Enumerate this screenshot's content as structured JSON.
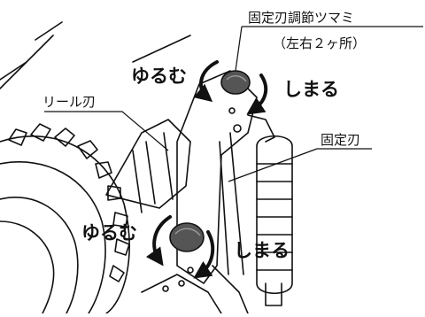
{
  "labels": {
    "knob_name": "固定刃調節ツマミ",
    "knob_count": "（左右２ヶ所）",
    "reel_blade": "リール刃",
    "fixed_blade": "固定刃",
    "loosen_top": "ゆるむ",
    "tighten_top": "しまる",
    "loosen_bottom": "ゆるむ",
    "tighten_bottom": "しまる"
  },
  "colors": {
    "line": "#111111",
    "knob": "#555555",
    "background": "#ffffff"
  }
}
